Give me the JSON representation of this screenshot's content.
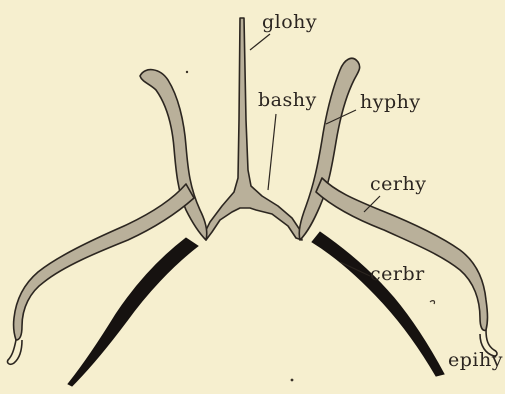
{
  "labels": {
    "glohy": "glohy",
    "bashy": "bashy",
    "hyphy": "hyphy",
    "cerhy": "cerhy",
    "cerbr": "cerbr",
    "epihy": "epihy"
  },
  "colors": {
    "background": "#f6efcf",
    "bone_fill": "#b9b09a",
    "ink": "#2c2620",
    "dark_bone": "#161210"
  }
}
